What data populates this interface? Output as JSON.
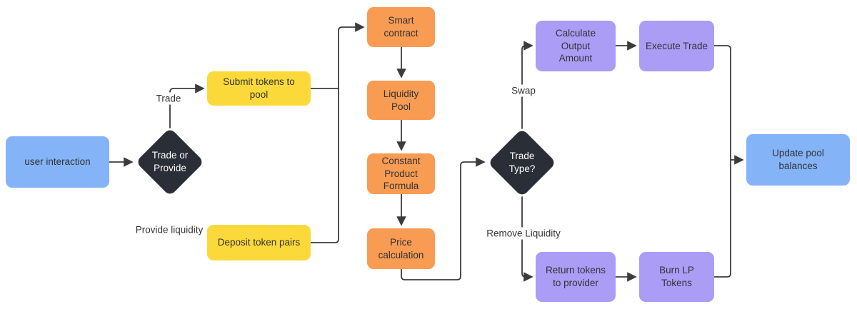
{
  "diagram": {
    "type": "flowchart",
    "description": "AMM / DEX trade and liquidity provision flow"
  },
  "colors": {
    "process_blue": "#84B3F8",
    "process_yellow": "#FBD93B",
    "process_orange": "#F89B53",
    "process_purple": "#AB9CF6",
    "decision_dark": "#2A2E37",
    "connector": "#3C3C3C",
    "text_dark": "#333333",
    "text_light": "#FFFFFF",
    "background": "#FFFFFF"
  },
  "nodes": {
    "user_interaction": "user interaction",
    "trade_or_provide": "Trade or\nProvide",
    "submit_tokens": "Submit tokens to\npool",
    "deposit_tokens": "Deposit token pairs",
    "smart_contract": "Smart\ncontract",
    "liquidity_pool": "Liquidity\nPool",
    "constant_product_formula": "Constant\nProduct\nFormula",
    "price_calculation": "Price\ncalculation",
    "trade_type": "Trade\nType?",
    "calculate_output_amount": "Calculate\nOutput\nAmount",
    "execute_trade": "Execute Trade",
    "return_tokens": "Return tokens\nto provider",
    "burn_lp_tokens": "Burn LP\nTokens",
    "update_pool_balances": "Update pool\nbalances"
  },
  "edge_labels": {
    "trade": "Trade",
    "provide_liquidity": "Provide liquidity",
    "swap": "Swap",
    "remove_liquidity": "Remove Liquidity"
  }
}
